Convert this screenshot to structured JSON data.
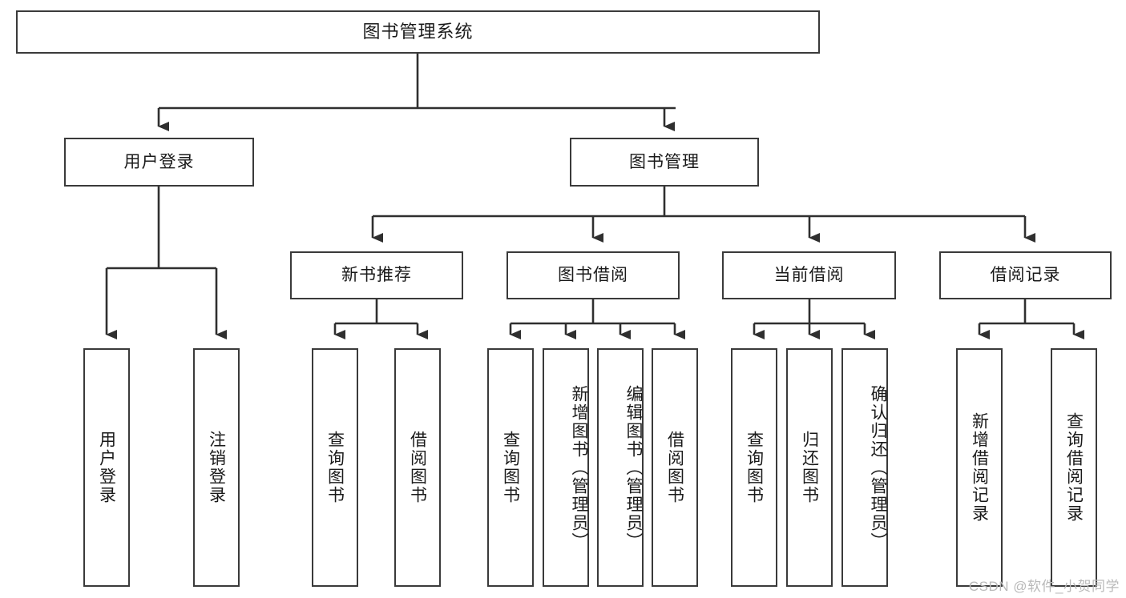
{
  "diagram": {
    "title": "图书管理系统",
    "orientation": "top-down-tree",
    "watermark": "CSDN @软件_小贺同学",
    "colors": {
      "box_border": "#3a3a3a",
      "box_fill": "#ffffff",
      "edge": "#2f2f2f",
      "text": "#1a1a1a",
      "watermark": "#b9b9b9",
      "background": "#ffffff"
    }
  },
  "nodes": {
    "root": {
      "label": "图书管理系统",
      "level": 1
    },
    "level2": [
      {
        "id": "user-login",
        "label": "用户登录"
      },
      {
        "id": "book-manage",
        "label": "图书管理"
      }
    ],
    "level3": [
      {
        "id": "new-book-recommend",
        "label": "新书推荐"
      },
      {
        "id": "book-borrow",
        "label": "图书借阅"
      },
      {
        "id": "current-borrow",
        "label": "当前借阅"
      },
      {
        "id": "borrow-record",
        "label": "借阅记录"
      }
    ],
    "leaves": {
      "user-login": [
        {
          "id": "leaf-user-login",
          "label": "用户登录"
        },
        {
          "id": "leaf-logout-login",
          "label": "注销登录"
        }
      ],
      "new-book-recommend": [
        {
          "id": "leaf-query-book-1",
          "label": "查询图书"
        },
        {
          "id": "leaf-borrow-book-1",
          "label": "借阅图书"
        }
      ],
      "book-borrow": [
        {
          "id": "leaf-query-book-2",
          "label": "查询图书"
        },
        {
          "id": "leaf-add-book",
          "label": "新增图书（管理员）"
        },
        {
          "id": "leaf-edit-book",
          "label": "编辑图书（管理员）"
        },
        {
          "id": "leaf-borrow-book-2",
          "label": "借阅图书"
        }
      ],
      "current-borrow": [
        {
          "id": "leaf-query-book-3",
          "label": "查询图书"
        },
        {
          "id": "leaf-return-book",
          "label": "归还图书"
        },
        {
          "id": "leaf-confirm-return",
          "label": "确认归还（管理员）"
        }
      ],
      "borrow-record": [
        {
          "id": "leaf-add-record",
          "label": "新增借阅记录"
        },
        {
          "id": "leaf-query-record",
          "label": "查询借阅记录"
        }
      ]
    }
  }
}
